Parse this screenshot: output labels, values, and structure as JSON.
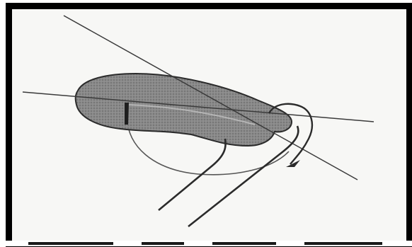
{
  "figure": {
    "colors": {
      "frame": "#000000",
      "paper": "#f7f7f5",
      "stroke": "#2b2b2b",
      "shading": "#7a7a7a",
      "dark_shading": "#5b5b5b"
    },
    "elements": [
      "long-diagonal-line",
      "horizontal-axis-line",
      "shaded-lens-shape",
      "circular-arc",
      "curved-hook",
      "rod-left",
      "rod-right",
      "arrow-marker"
    ]
  }
}
